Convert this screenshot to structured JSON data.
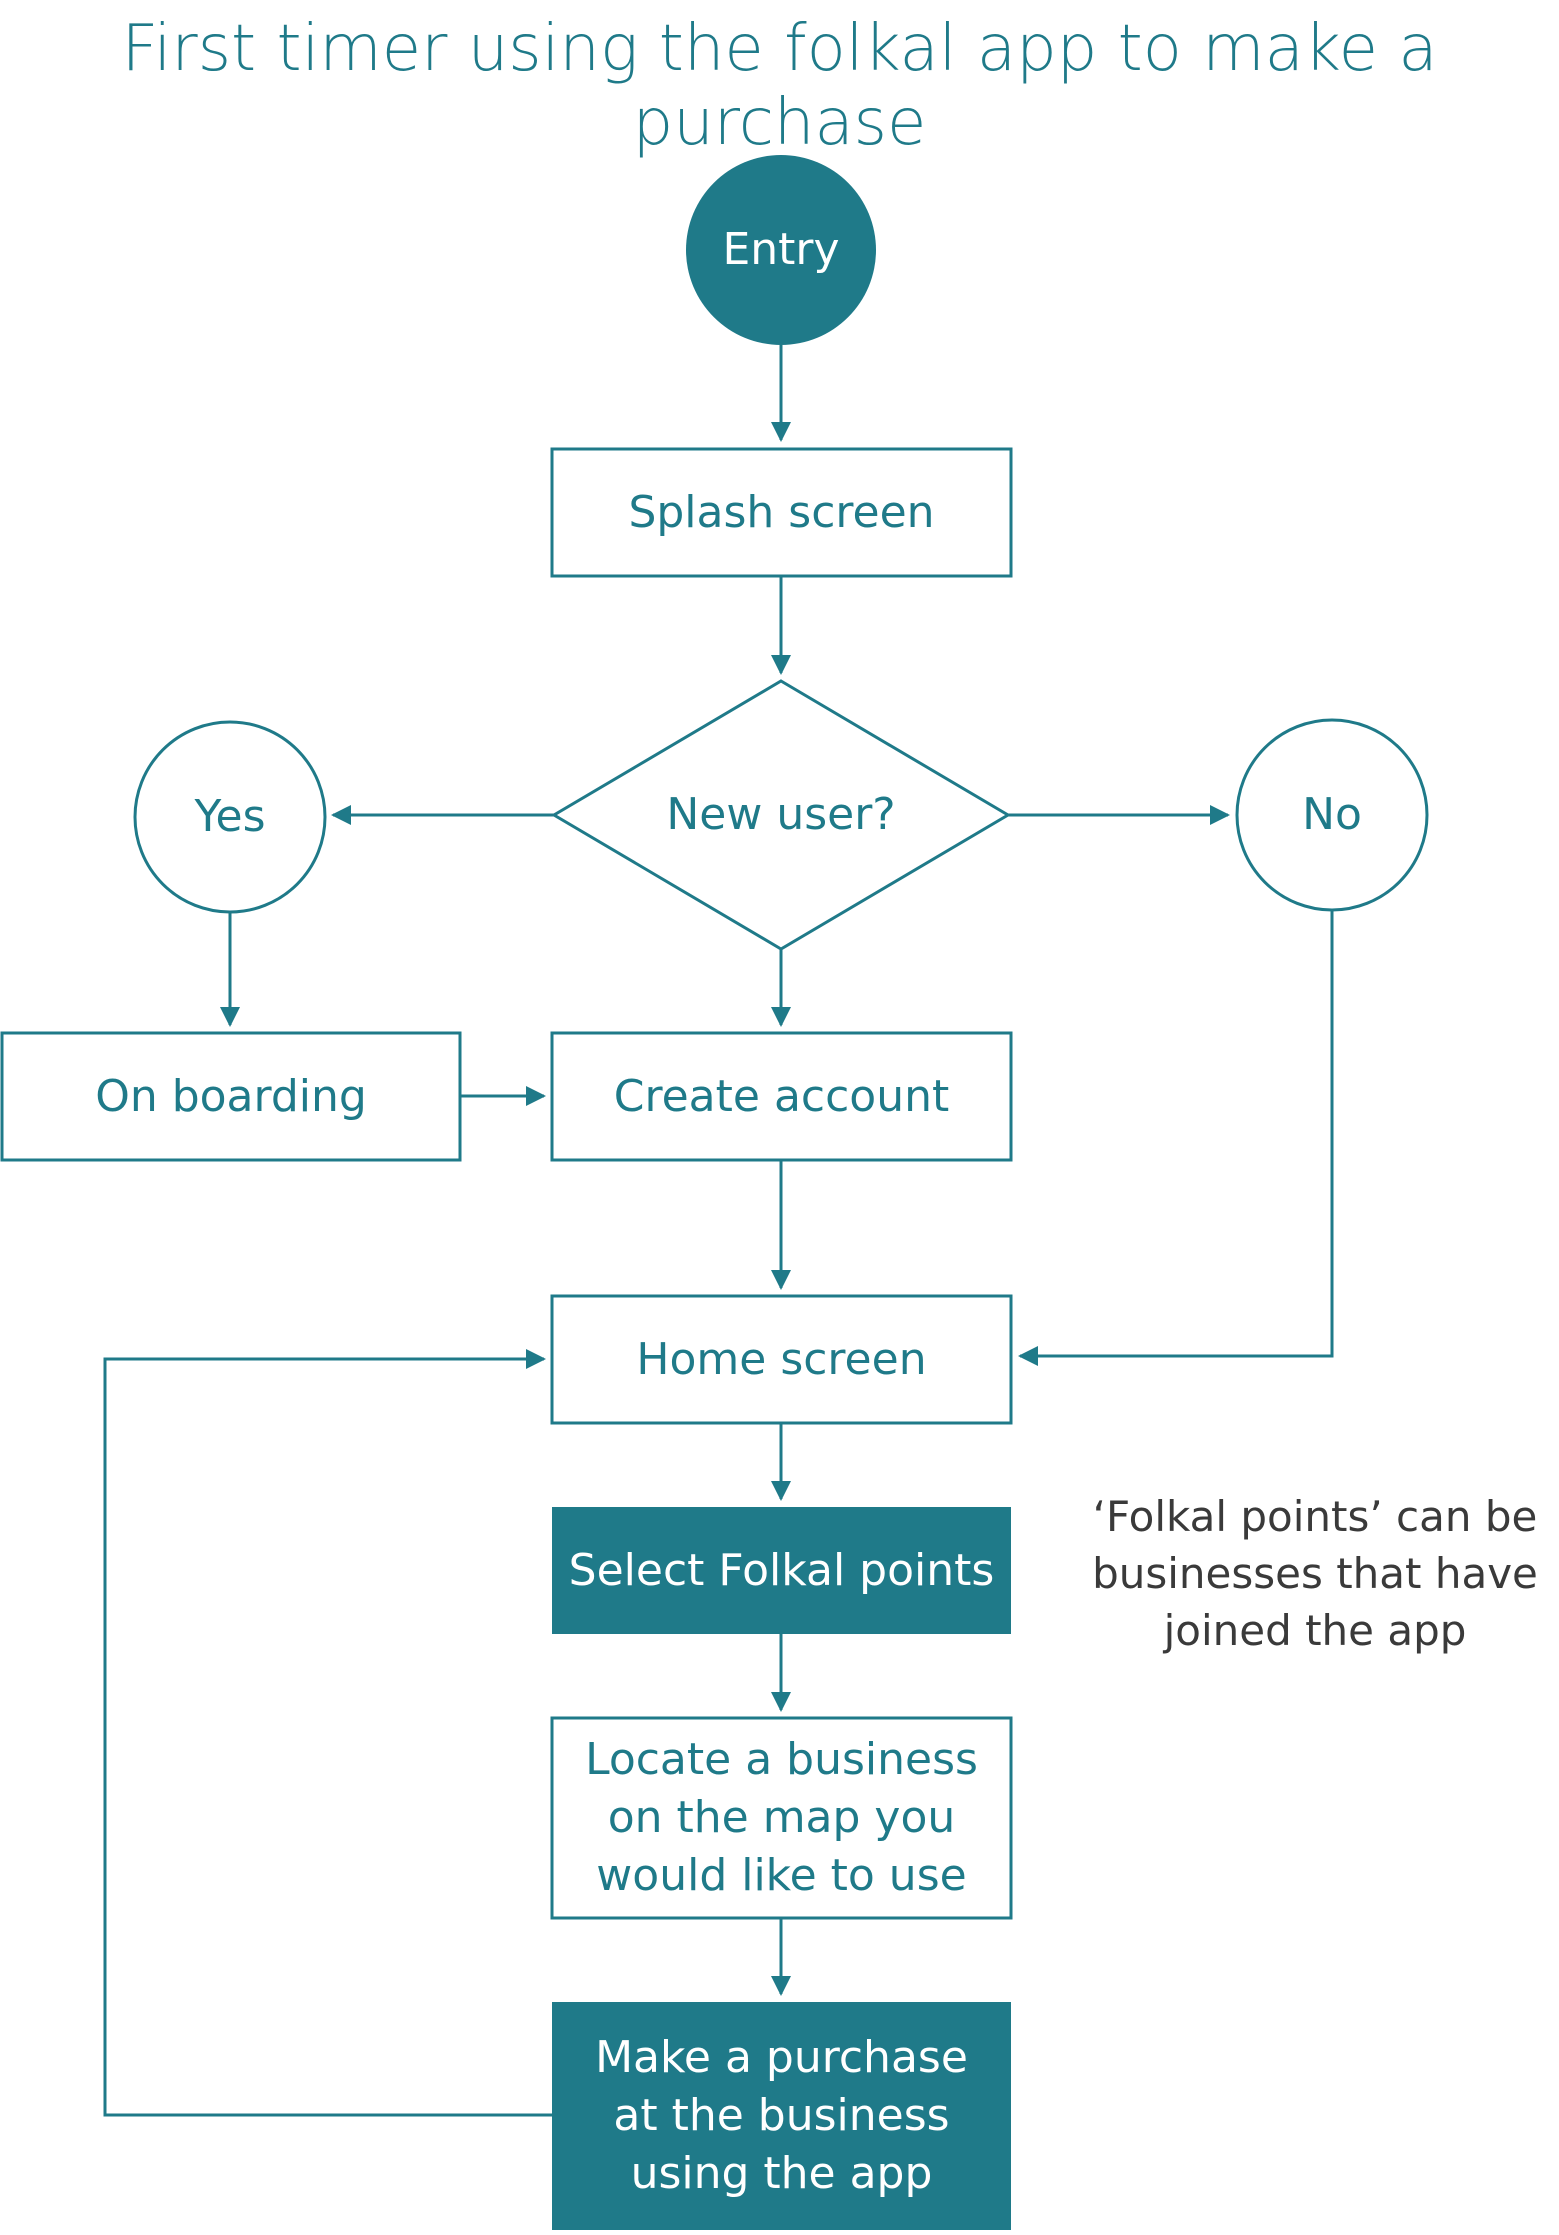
{
  "title": "First timer using the folkal app to make a purchase",
  "colors": {
    "accent": "#1f7a89",
    "background": "#ffffff",
    "note_text": "#3a3a3a"
  },
  "nodes": {
    "entry": "Entry",
    "splash": "Splash screen",
    "decision": "New user?",
    "yes": "Yes",
    "no": "No",
    "onboarding": "On boarding",
    "create_account": "Create account",
    "home": "Home screen",
    "select_points": "Select Folkal points",
    "locate": "Locate a business on the map you would like to use",
    "purchase": "Make a purchase at the business using the app"
  },
  "note": "‘Folkal points’ can be businesses that have joined the app"
}
